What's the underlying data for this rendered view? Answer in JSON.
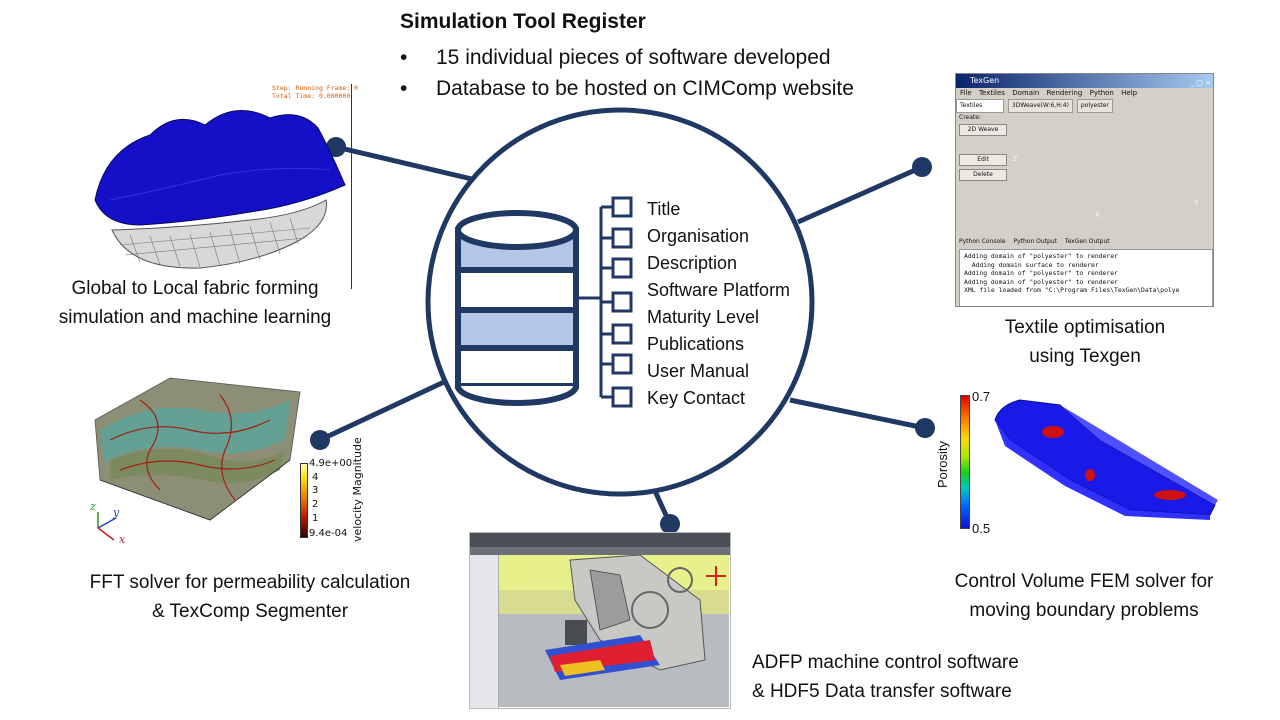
{
  "header": {
    "title": "Simulation Tool Register",
    "bullets": [
      "15 individual pieces of software developed",
      "Database to be hosted on CIMComp website"
    ],
    "bullet_glyph": "•"
  },
  "database": {
    "fields": [
      "Title",
      "Organisation",
      "Description",
      "Software Platform",
      "Maturity Level",
      "Publications",
      "User Manual",
      "Key Contact"
    ]
  },
  "tools": {
    "fabric_forming": {
      "caption_line1": "Global to Local fabric forming",
      "caption_line2": "simulation and machine learning",
      "status_line1": "Step: Running  Frame: 0",
      "status_line2": "Total Time: 0.000000"
    },
    "texgen": {
      "caption_line1": "Textile optimisation",
      "caption_line2": "using Texgen",
      "window_title": "TexGen",
      "window_buttons": "_ □ ×",
      "menu": [
        "File",
        "Textiles",
        "Domain",
        "Rendering",
        "Python",
        "Help"
      ],
      "combo": "Textiles",
      "tabs": [
        "3DWeave(W:6,H:4)",
        "polyester"
      ],
      "create_label": "Create:",
      "buttons": [
        "2D Weave",
        "Edit",
        "Delete"
      ],
      "bottom_tabs": [
        "Python Console",
        "Python Output",
        "TexGen Output"
      ],
      "console": [
        "Adding domain of \"polyester\" to renderer",
        "  Adding domain surface to renderer",
        "Adding domain of \"polyester\" to renderer",
        "Adding domain of \"polyester\" to renderer",
        "XML file loaded from \"C:\\Program Files\\TexGen\\Data\\polye"
      ],
      "axis_x": "X",
      "axis_y": "Y",
      "axis_z": "Z"
    },
    "fft_solver": {
      "caption_line1": "FFT solver for permeability calculation",
      "caption_line2": "& TexComp Segmenter",
      "legend_title": "velocity Magnitude",
      "legend_ticks": [
        "4.9e+00",
        "4",
        "3",
        "2",
        "1",
        "9.4e-04"
      ],
      "axis_x": "x",
      "axis_y": "y",
      "axis_z": "z"
    },
    "adfp": {
      "caption_line1": "ADFP machine control software",
      "caption_line2": "& HDF5 Data transfer software"
    },
    "cv_fem": {
      "caption_line1": "Control Volume FEM solver for",
      "caption_line2": "moving boundary problems",
      "legend_title": "Porosity",
      "legend_max": "0.7",
      "legend_min": "0.5"
    }
  },
  "colors": {
    "connector": "#203864",
    "text": "#111111"
  }
}
